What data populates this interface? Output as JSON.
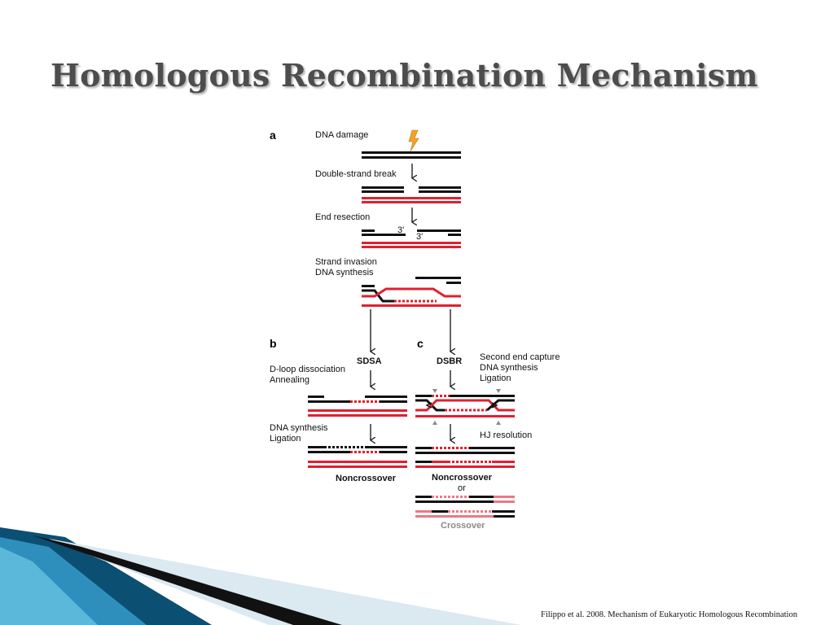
{
  "slide": {
    "title": "Homologous Recombination Mechanism",
    "citation": "Filippo et al. 2008. Mechanism of Eukaryotic Homologous Recombination"
  },
  "colors": {
    "title": "#4d4d4d",
    "strand_black": "#111111",
    "strand_red": "#e0202f",
    "strand_pink": "#e87a85",
    "lightning": "#f2a22a",
    "accent_blue_dark": "#0b4f72",
    "accent_blue_light": "#5cb8da"
  },
  "figure": {
    "panels": {
      "a": "a",
      "b": "b",
      "c": "c"
    },
    "steps": {
      "dna_damage": "DNA damage",
      "double_strand_break": "Double-strand break",
      "end_resection": "End resection",
      "strand_invasion": "Strand invasion",
      "dna_synthesis_1": "DNA synthesis",
      "three_prime_top": "3'",
      "three_prime_bottom": "3'",
      "sdsa": "SDSA",
      "dsbr": "DSBR",
      "dloop_dissociation": "D-loop dissociation",
      "annealing": "Annealing",
      "second_end_capture": "Second end capture",
      "dna_synthesis_c": "DNA synthesis",
      "ligation_c": "Ligation",
      "dna_synthesis_b": "DNA synthesis",
      "ligation_b": "Ligation",
      "hj_resolution": "HJ resolution",
      "noncrossover_b": "Noncrossover",
      "noncrossover_c": "Noncrossover",
      "or": "or",
      "crossover": "Crossover"
    },
    "icons": [
      "lightning-icon",
      "arrow-down-icon",
      "arrowhead-triangle-icon"
    ]
  }
}
